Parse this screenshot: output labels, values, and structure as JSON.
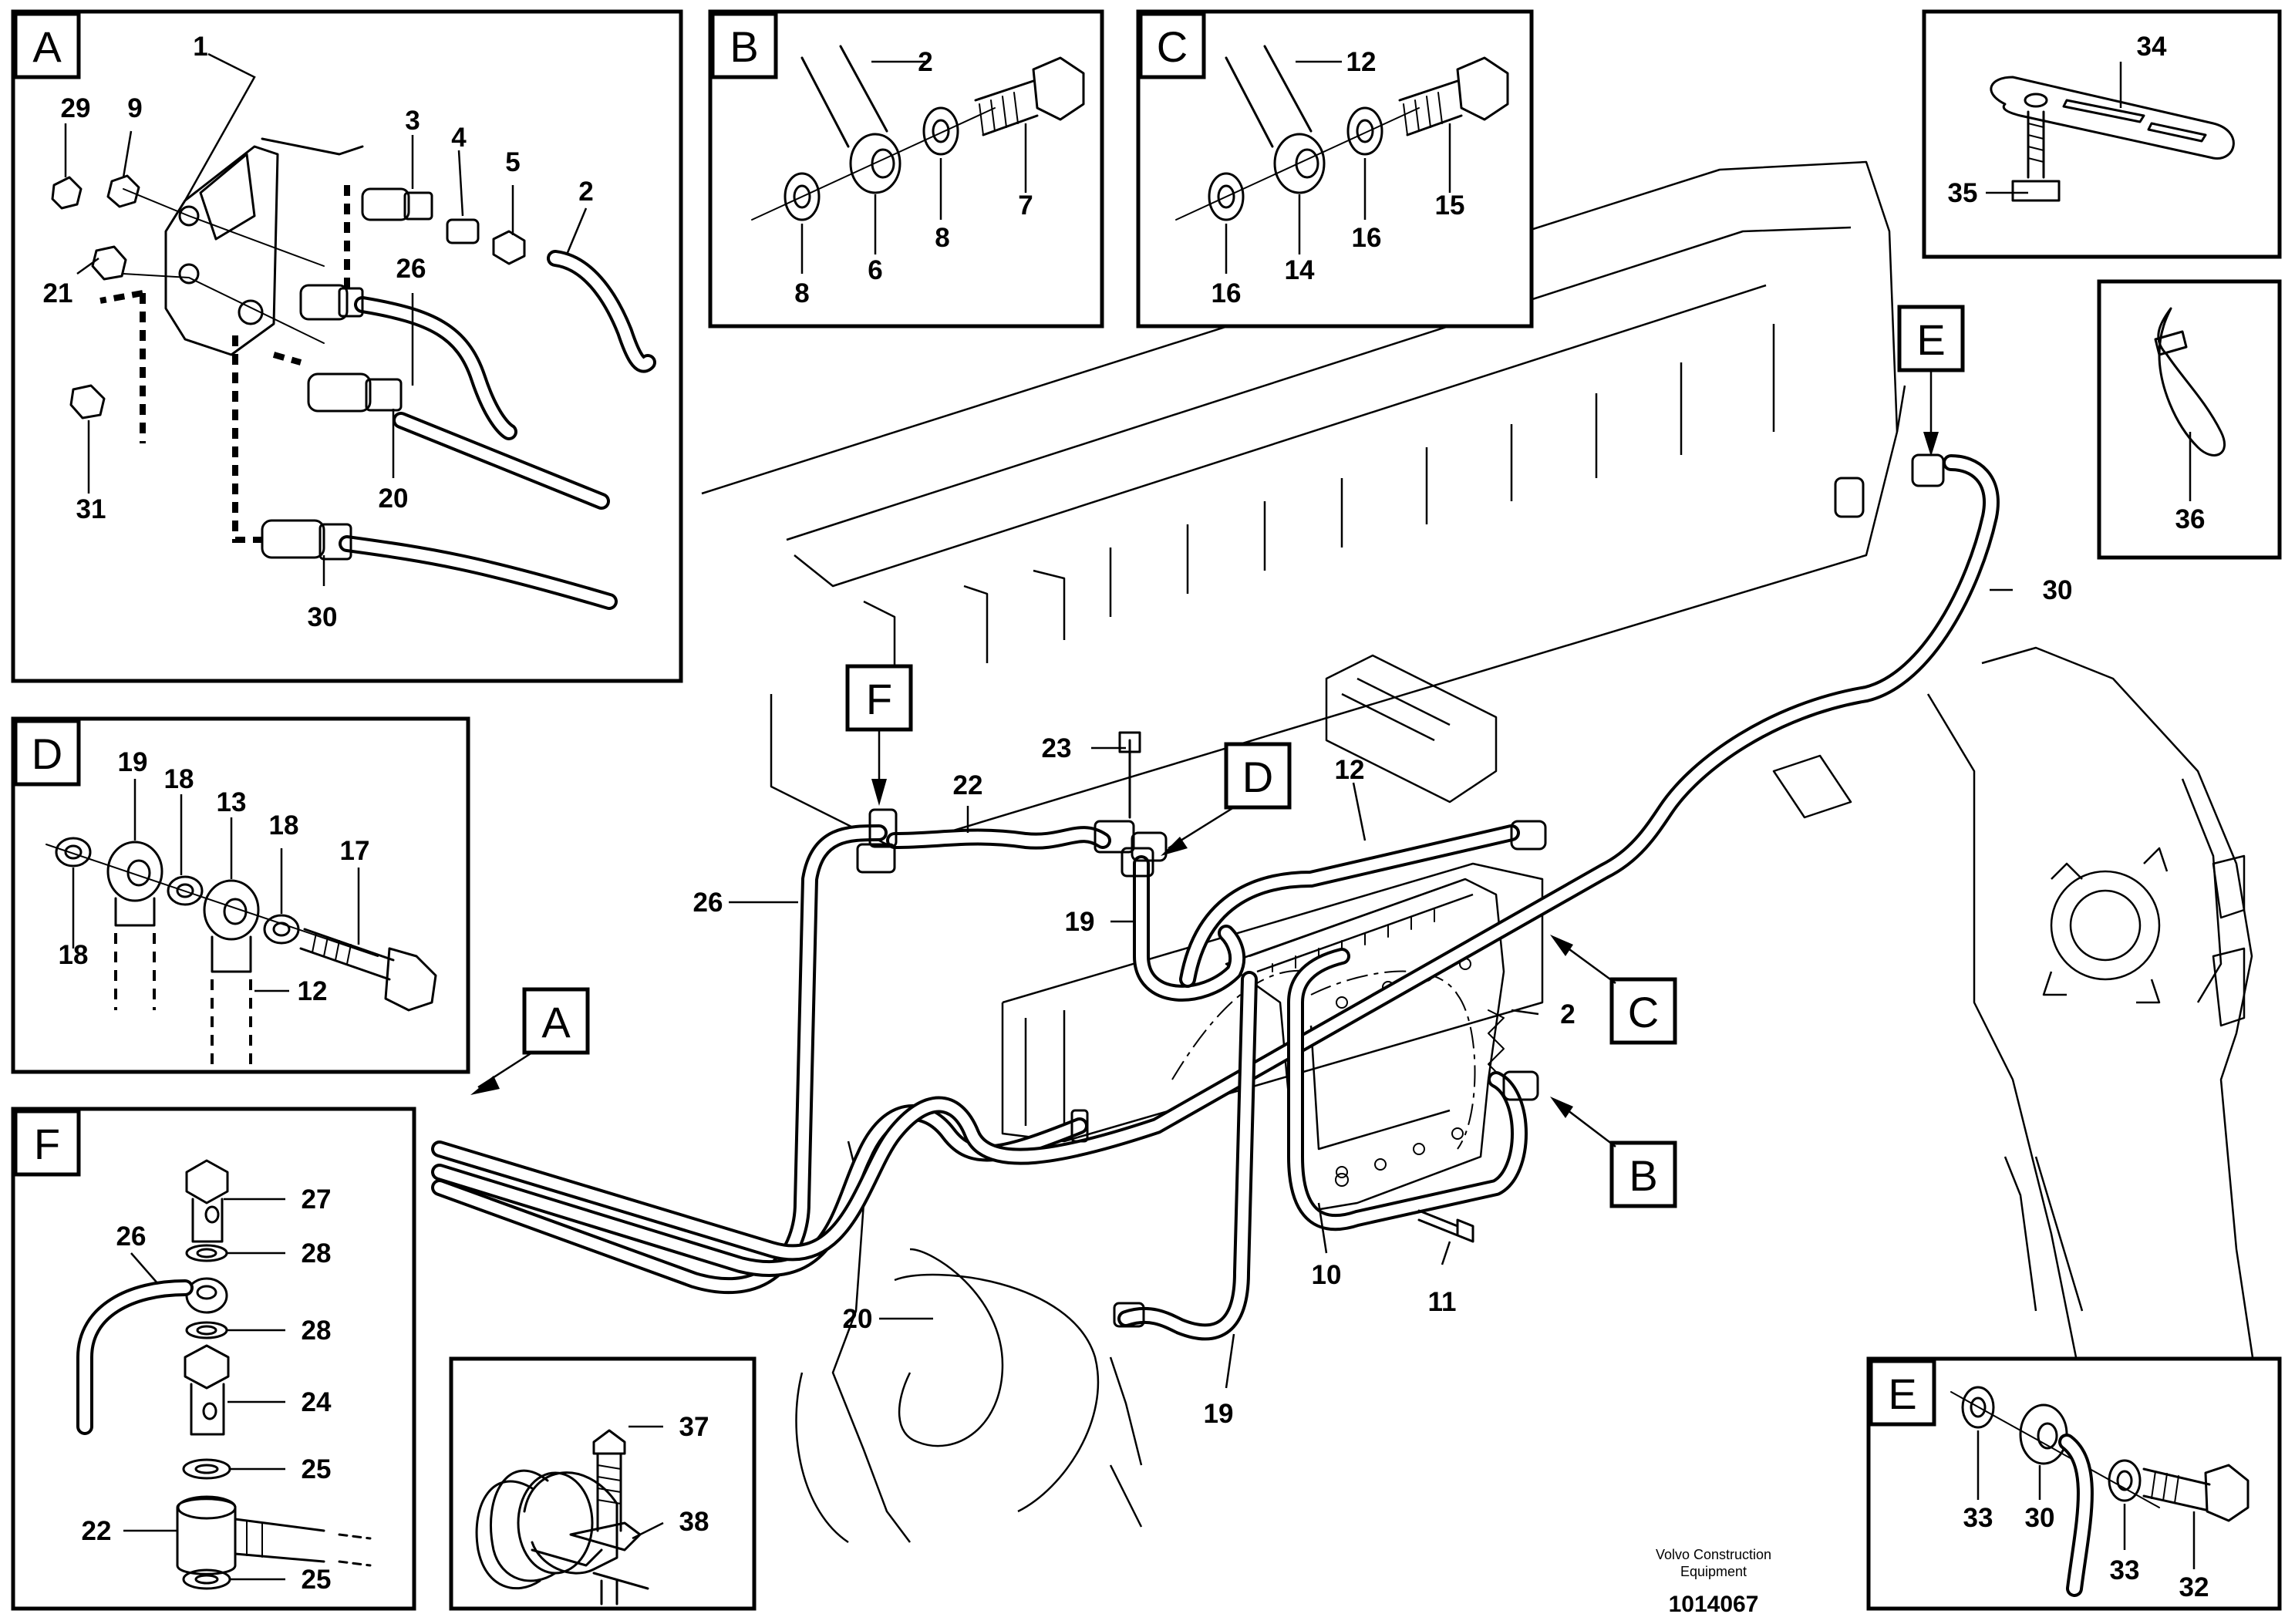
{
  "panel_letters": {
    "A": "A",
    "B": "B",
    "C": "C",
    "D": "D",
    "E": "E",
    "F": "F"
  },
  "callout_letters": {
    "A": "A",
    "B": "B",
    "C": "C",
    "D": "D",
    "E": "E",
    "F": "F"
  },
  "panel_A": {
    "labels": [
      "1",
      "29",
      "9",
      "3",
      "4",
      "5",
      "2",
      "26",
      "21",
      "20",
      "31",
      "30"
    ]
  },
  "panel_B": {
    "labels": [
      "2",
      "7",
      "8",
      "6",
      "8"
    ]
  },
  "panel_C": {
    "labels": [
      "12",
      "15",
      "16",
      "14",
      "16"
    ]
  },
  "panel_D": {
    "labels": [
      "19",
      "18",
      "13",
      "18",
      "17",
      "18",
      "12"
    ]
  },
  "panel_F": {
    "labels": [
      "27",
      "26",
      "28",
      "28",
      "24",
      "25",
      "22",
      "25"
    ]
  },
  "panel_E": {
    "labels": [
      "33",
      "30",
      "33",
      "32"
    ]
  },
  "panel_34": {
    "labels": [
      "34",
      "35"
    ]
  },
  "panel_36": {
    "labels": [
      "36"
    ]
  },
  "panel_37": {
    "labels": [
      "37",
      "38"
    ]
  },
  "main": {
    "labels": [
      "23",
      "22",
      "12",
      "30",
      "26",
      "19",
      "2",
      "10",
      "11",
      "20",
      "19"
    ]
  },
  "footer": {
    "caption_line1": "Volvo Construction",
    "caption_line2": "Equipment",
    "document_number": "1014067"
  }
}
